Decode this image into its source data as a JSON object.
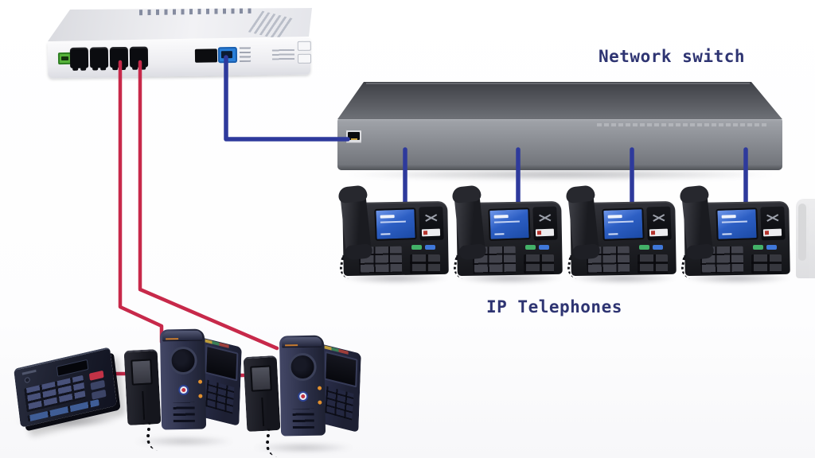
{
  "diagram": {
    "title": "IP telephony network diagram",
    "background": "#ffffff",
    "labels": {
      "switch": "Network switch",
      "phones": "IP Telephones"
    },
    "label_color": "#2e3472",
    "cables": {
      "red": "#c7294a",
      "blue": "#2e3a9c"
    },
    "devices": {
      "router": {
        "name": "VoIP gateway router",
        "body_color": "#eef0f3",
        "lan_ports": 4,
        "wan_ports": 1,
        "uplink_port_color": "#2a7fd8",
        "status_port_color": "#57b33a"
      },
      "switch": {
        "name": "48-port network switch",
        "body_color": "#85888e",
        "port_rows": 2,
        "port_groups": 4,
        "ports_per_group": 6,
        "total_ports": 48
      },
      "ip_phones": {
        "name": "IP telephone",
        "count": 4,
        "body_color": "#232429",
        "screen_color": "#2d5fc4"
      },
      "intercoms": {
        "name": "door intercom station",
        "count": 2,
        "body_color": "#2b2f49"
      },
      "keypad": {
        "name": "access keypad panel",
        "body_color": "#1b1e2c"
      }
    }
  }
}
